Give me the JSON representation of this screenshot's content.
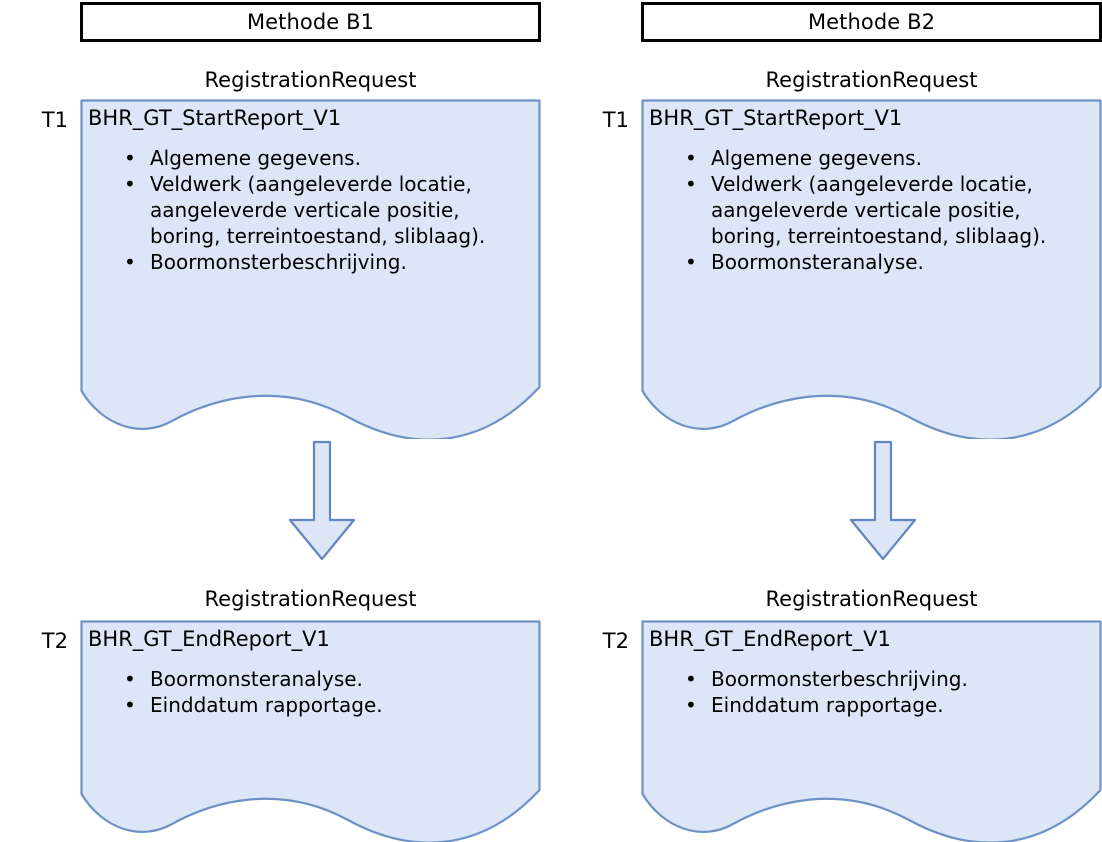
{
  "colors": {
    "doc_fill": "#dce6f6",
    "doc_border": "#6f92c6",
    "arrow_fill": "#dce6f6",
    "arrow_border": "#6286bd",
    "header_border": "#000000",
    "header_fill": "#ffffff",
    "text": "#000000",
    "page_background": "#ffffff"
  },
  "columns": [
    {
      "id": "methode-b1",
      "header_label": "Methode B1",
      "steps": [
        {
          "time_label": "T1",
          "caption": "RegistrationRequest",
          "title": "BHR_GT_StartReport_V1",
          "bullet_glyph": "•",
          "items": [
            "Algemene gegevens.",
            "Veldwerk (aangeleverde locatie, aangeleverde verticale positie, boring, terreintoestand, sliblaag).",
            "Boormonsterbeschrijving."
          ]
        },
        {
          "time_label": "T2",
          "caption": "RegistrationRequest",
          "title": "BHR_GT_EndReport_V1",
          "bullet_glyph": "•",
          "items": [
            "Boormonsteranalyse.",
            "Einddatum rapportage."
          ]
        }
      ]
    },
    {
      "id": "methode-b2",
      "header_label": "Methode B2",
      "steps": [
        {
          "time_label": "T1",
          "caption": "RegistrationRequest",
          "title": "BHR_GT_StartReport_V1",
          "bullet_glyph": "•",
          "items": [
            "Algemene gegevens.",
            "Veldwerk (aangeleverde locatie, aangeleverde verticale positie, boring, terreintoestand, sliblaag).",
            "Boormonsteranalyse."
          ]
        },
        {
          "time_label": "T2",
          "caption": "RegistrationRequest",
          "title": "BHR_GT_EndReport_V1",
          "bullet_glyph": "•",
          "items": [
            "Boormonsterbeschrijving.",
            "Einddatum rapportage."
          ]
        }
      ]
    }
  ]
}
